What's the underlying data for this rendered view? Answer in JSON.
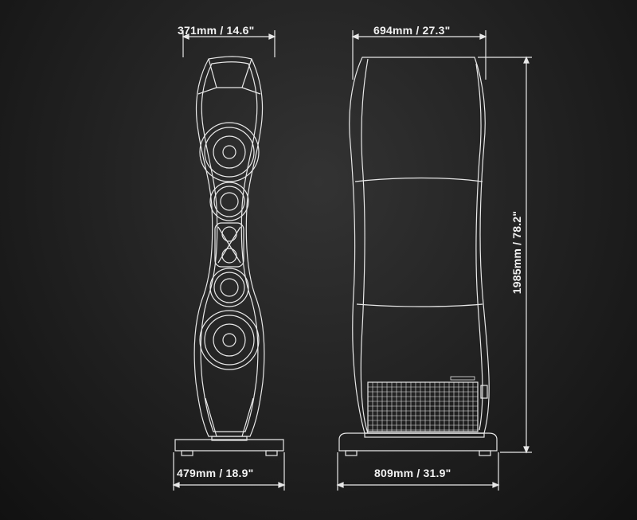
{
  "dimensions": {
    "front_top_width": "371mm / 14.6\"",
    "front_base_width": "479mm / 18.9\"",
    "side_top_depth": "694mm / 27.3\"",
    "side_base_depth": "809mm / 31.9\"",
    "height": "1985mm / 78.2\""
  },
  "colors": {
    "background": "#1c1c1c",
    "line": "#e8e8e8",
    "text": "#f2f2f2"
  }
}
